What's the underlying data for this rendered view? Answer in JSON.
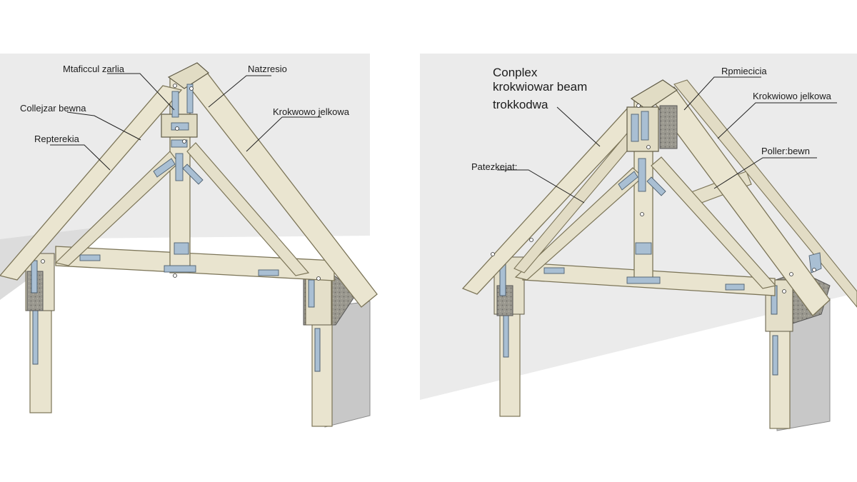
{
  "left_truss": {
    "labels": {
      "top_left": "Mtaficcul zarlia",
      "top_right": "Natzresio",
      "collar": "Collejzar bewna",
      "rafter_tag": "Repterekia",
      "right_rafter": "Krokwowo jelkowa"
    }
  },
  "right_truss": {
    "labels": {
      "title_line1": "Conplex",
      "title_line2": "krokwiowar beam",
      "title_line3": "trokkodwa",
      "top_right": "Rpmiecicia",
      "right_rafter": "Krokwiowo jelkowa",
      "patch": "Patezkejat:",
      "collar": "Poller:bewn"
    }
  },
  "colors": {
    "wood": "#e9e4cf",
    "wood_edge": "#7c7558",
    "wall": "#c9c9c9",
    "backdrop": "#ebebeb",
    "plate": "#a9bfd3",
    "concrete": "#8f8f86"
  }
}
